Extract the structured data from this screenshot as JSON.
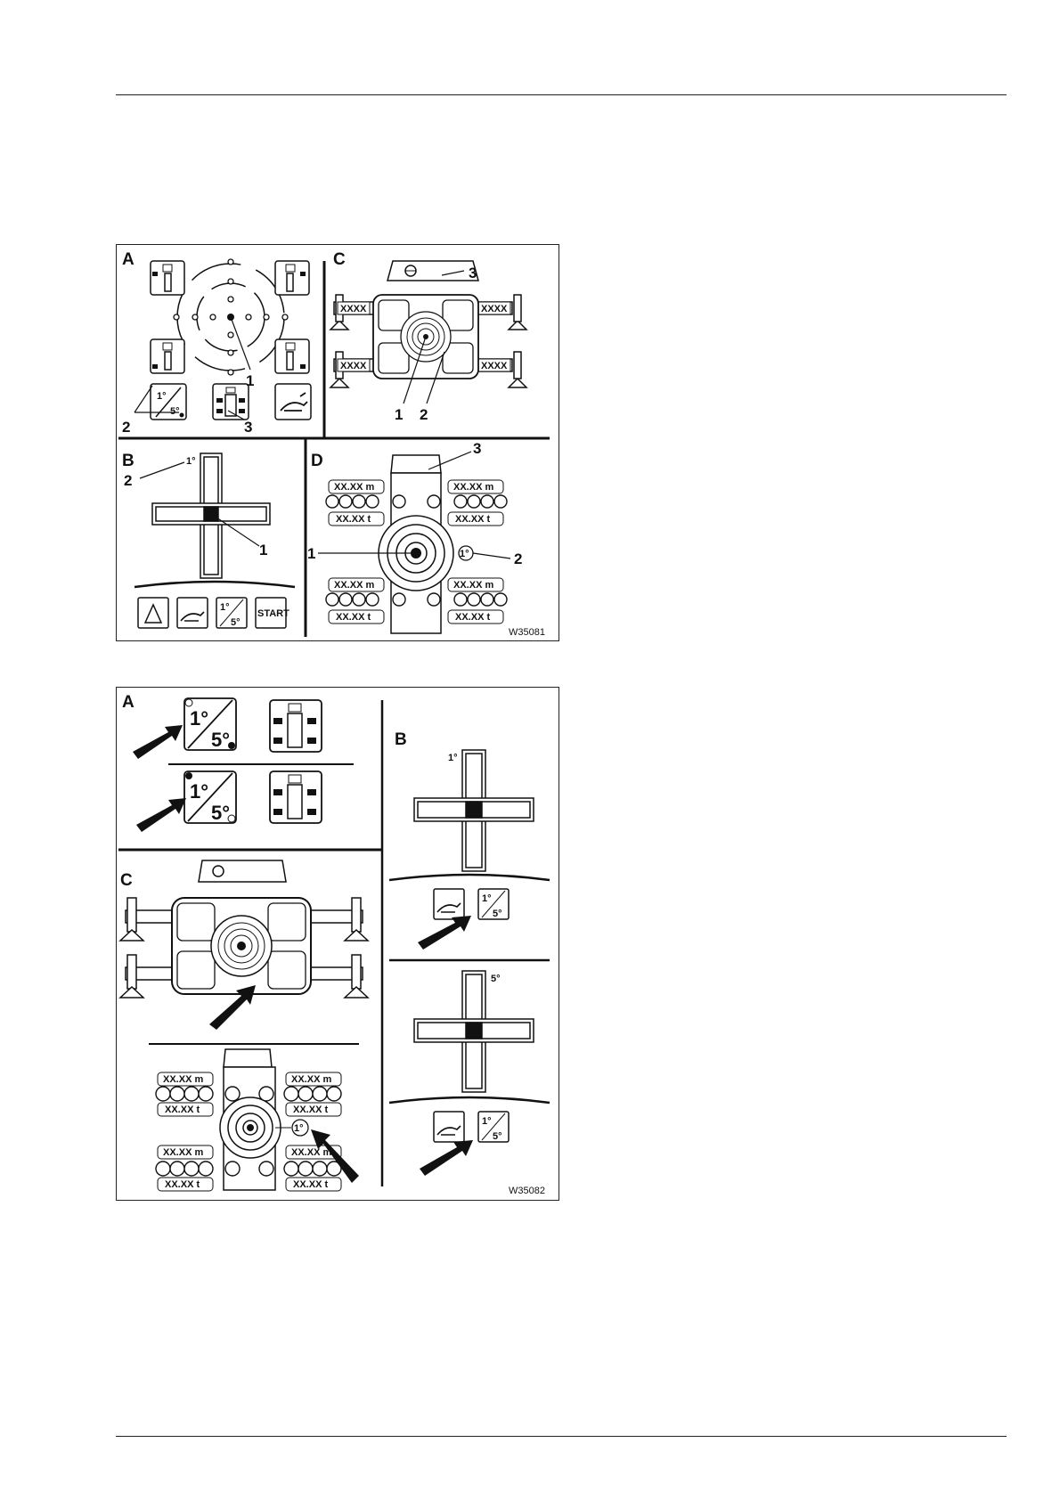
{
  "figure1": {
    "code": "W35081",
    "panels": {
      "A": "A",
      "B": "B",
      "C": "C",
      "D": "D"
    },
    "callouts": {
      "one": "1",
      "two": "2",
      "three": "3"
    },
    "degree_1": "1°",
    "degree_5": "5°",
    "start_label": "START",
    "outrigger_label": "XXXX",
    "meter_label": "XX.XX m",
    "ton_label": "XX.XX t"
  },
  "figure2": {
    "code": "W35082",
    "panels": {
      "A": "A",
      "B": "B",
      "C": "C"
    },
    "degree_1": "1°",
    "degree_5": "5°",
    "meter_label": "XX.XX m",
    "ton_label": "XX.XX t"
  }
}
